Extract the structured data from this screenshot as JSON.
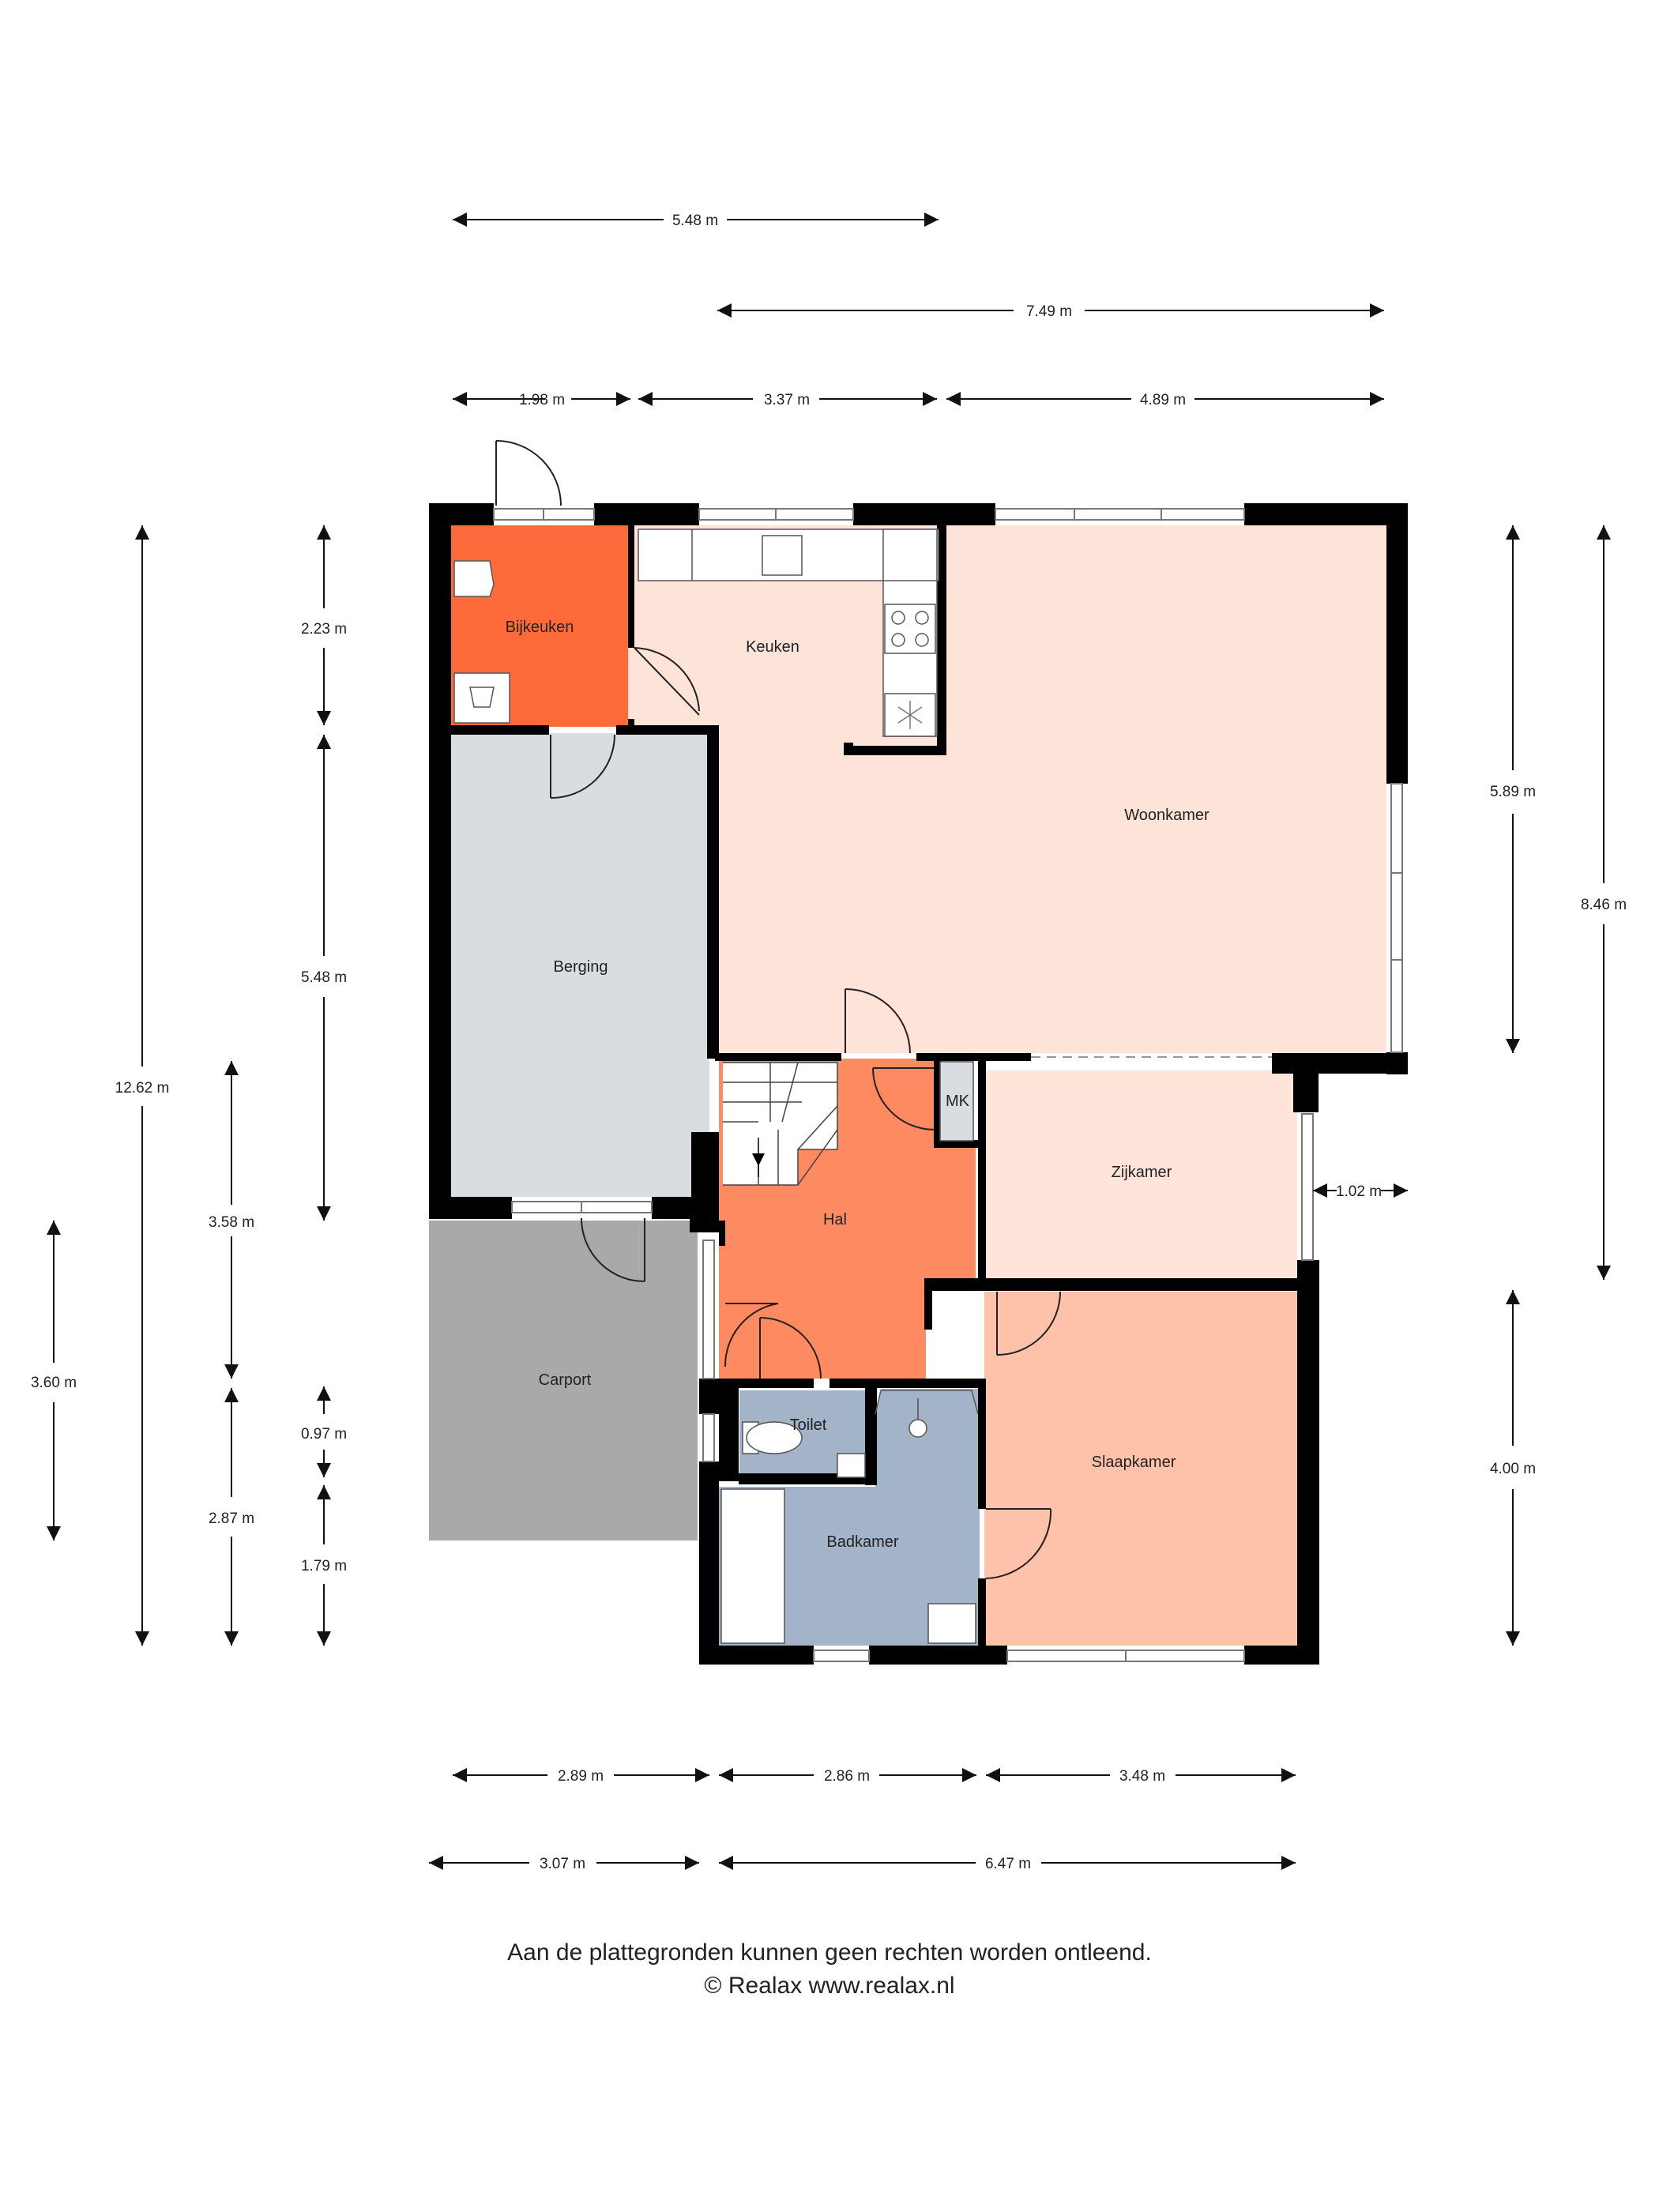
{
  "rooms": {
    "bijkeuken": "Bijkeuken",
    "keuken": "Keuken",
    "woonkamer": "Woonkamer",
    "berging": "Berging",
    "mk": "MK",
    "hal": "Hal",
    "zijkamer": "Zijkamer",
    "carport": "Carport",
    "toilet": "Toilet",
    "badkamer": "Badkamer",
    "slaapkamer": "Slaapkamer"
  },
  "dimensions": {
    "top_total": "5.48 m",
    "top_right": "7.49 m",
    "top_seg1": "1.98 m",
    "top_seg2": "3.37 m",
    "top_seg3": "4.89 m",
    "bottom_seg1": "2.89 m",
    "bottom_seg2": "2.86 m",
    "bottom_seg3": "3.48 m",
    "bottom_total1": "3.07 m",
    "bottom_total2": "6.47 m",
    "left_total": "12.62 m",
    "left_carport": "3.60 m",
    "left_358": "3.58 m",
    "left_287": "2.87 m",
    "left_223": "2.23 m",
    "left_548": "5.48 m",
    "left_097": "0.97 m",
    "left_179": "1.79 m",
    "right_589": "5.89 m",
    "right_846": "8.46 m",
    "right_400": "4.00 m",
    "right_102": "1.02 m"
  },
  "footer": {
    "disclaimer": "Aan de plattegronden kunnen geen rechten worden ontleend.",
    "copyright": "© Realax www.realax.nl"
  },
  "colors": {
    "wall": "#000000",
    "bijkeuken": "#fe6b3b",
    "hal": "#fe8a62",
    "woonkamer": "#fee3d8",
    "zijkamer": "#fee4d9",
    "slaapkamer": "#fec2ab",
    "berging": "#d9dce0",
    "carport": "#a9a9a9",
    "bathroom": "#a3b3c8"
  }
}
